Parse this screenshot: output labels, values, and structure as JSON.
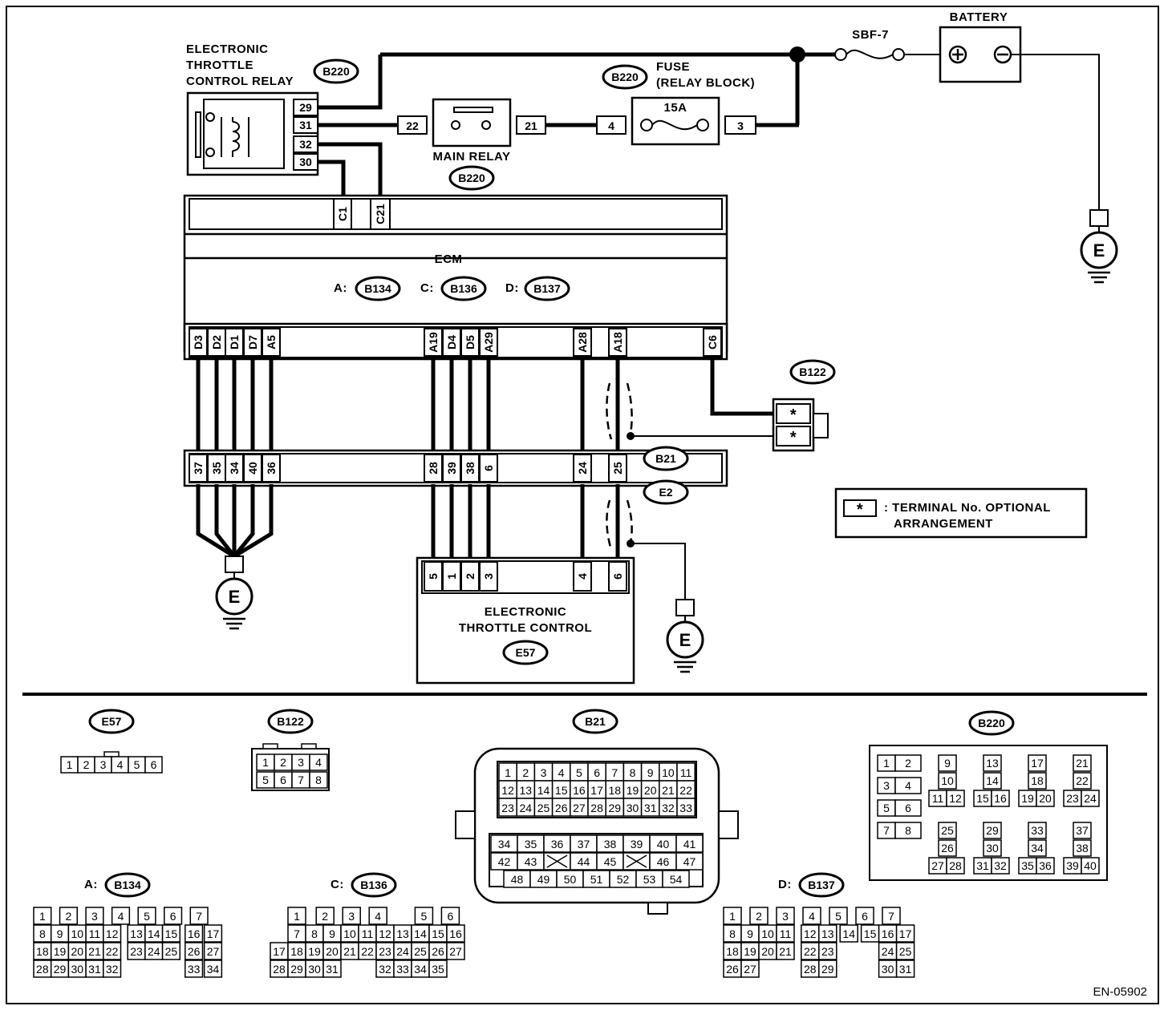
{
  "labels": {
    "battery": "BATTERY",
    "sbf": "SBF-7",
    "etc_relay_1": "ELECTRONIC",
    "etc_relay_2": "THROTTLE",
    "etc_relay_3": "CONTROL RELAY",
    "fuse_1": "FUSE",
    "fuse_2": "(RELAY BLOCK)",
    "fuse_rating": "15A",
    "main_relay": "MAIN RELAY",
    "ecm": "ECM",
    "ecm_a": "A:",
    "ecm_c": "C:",
    "ecm_d": "D:",
    "etc_1": "ELECTRONIC",
    "etc_2": "THROTTLE CONTROL",
    "legend_1": ": TERMINAL No. OPTIONAL",
    "legend_2": "ARRANGEMENT",
    "legend_star": "*",
    "ground": "E",
    "footer_code": "EN-05902",
    "conn_a": "A:",
    "conn_c": "C:",
    "conn_d": "D:"
  },
  "connectors": {
    "b220": "B220",
    "b134": "B134",
    "b136": "B136",
    "b137": "B137",
    "b122": "B122",
    "b21": "B21",
    "e2": "E2",
    "e57": "E57"
  },
  "relay_terminals": [
    "29",
    "31",
    "32",
    "30"
  ],
  "main_relay_terminals": [
    "22",
    "21"
  ],
  "fuse_terminals": [
    "4",
    "3"
  ],
  "ecm_top_pins": [
    "C1",
    "C21"
  ],
  "ecm_bottom_pins": [
    "D3",
    "D2",
    "D1",
    "D7",
    "A5",
    "A19",
    "D4",
    "D5",
    "A29",
    "A28",
    "A18",
    "C6"
  ],
  "b21_row_pins": [
    "37",
    "35",
    "34",
    "40",
    "36",
    "28",
    "39",
    "38",
    "6",
    "24",
    "25"
  ],
  "etc_pins": [
    "5",
    "1",
    "2",
    "3",
    "4",
    "6"
  ],
  "b122_pins": [
    "*",
    "*"
  ],
  "views": {
    "e57": [
      "1",
      "2",
      "3",
      "4",
      "5",
      "6"
    ],
    "b122": [
      [
        "1",
        "2",
        "3",
        "4"
      ],
      [
        "5",
        "6",
        "7",
        "8"
      ]
    ],
    "b21_top": [
      [
        "1",
        "2",
        "3",
        "4",
        "5",
        "6",
        "7",
        "8",
        "9",
        "10",
        "11"
      ],
      [
        "12",
        "13",
        "14",
        "15",
        "16",
        "17",
        "18",
        "19",
        "20",
        "21",
        "22"
      ],
      [
        "23",
        "24",
        "25",
        "26",
        "27",
        "28",
        "29",
        "30",
        "31",
        "32",
        "33"
      ]
    ],
    "b21_bottom": [
      [
        "34",
        "35",
        "36",
        "37",
        "38",
        "39",
        "40",
        "41"
      ],
      [
        "42",
        "43",
        "",
        "44",
        "45",
        "",
        "46",
        "47"
      ],
      [
        "48",
        "49",
        "50",
        "51",
        "52",
        "53",
        "54"
      ]
    ],
    "b134": [
      [
        "1",
        "2",
        "3",
        "4",
        "5",
        "6",
        "7"
      ],
      [
        "8",
        "9",
        "10",
        "11",
        "12",
        "13",
        "14",
        "15",
        "16",
        "17"
      ],
      [
        "18",
        "19",
        "20",
        "21",
        "22",
        "23",
        "24",
        "25",
        "26",
        "27"
      ],
      [
        "28",
        "29",
        "30",
        "31",
        "32",
        "33",
        "34"
      ]
    ],
    "b136": [
      [
        "1",
        "2",
        "3",
        "4",
        "5",
        "6"
      ],
      [
        "7",
        "8",
        "9",
        "10",
        "11",
        "12",
        "13",
        "14",
        "15",
        "16"
      ],
      [
        "17",
        "18",
        "19",
        "20",
        "21",
        "22",
        "23",
        "24",
        "25",
        "26",
        "27"
      ],
      [
        "28",
        "29",
        "30",
        "31",
        "32",
        "33",
        "34",
        "35"
      ]
    ],
    "b137": [
      [
        "1",
        "2",
        "3",
        "4",
        "5",
        "6",
        "7"
      ],
      [
        "8",
        "9",
        "10",
        "11",
        "12",
        "13",
        "14",
        "15",
        "16",
        "17"
      ],
      [
        "18",
        "19",
        "20",
        "21",
        "22",
        "23",
        "24",
        "25"
      ],
      [
        "26",
        "27",
        "28",
        "29",
        "30",
        "31"
      ]
    ],
    "b220": [
      [
        "1",
        "2"
      ],
      [
        "3",
        "4"
      ],
      [
        "5",
        "6"
      ],
      [
        "7",
        "8"
      ],
      [
        "9",
        "10",
        "11",
        "12"
      ],
      [
        "13",
        "14",
        "15",
        "16"
      ],
      [
        "17",
        "18",
        "19",
        "20"
      ],
      [
        "21",
        "22",
        "23",
        "24"
      ],
      [
        "25",
        "26",
        "27",
        "28"
      ],
      [
        "29",
        "30",
        "31",
        "32"
      ],
      [
        "33",
        "34",
        "35",
        "36"
      ],
      [
        "37",
        "38",
        "39",
        "40"
      ]
    ]
  }
}
